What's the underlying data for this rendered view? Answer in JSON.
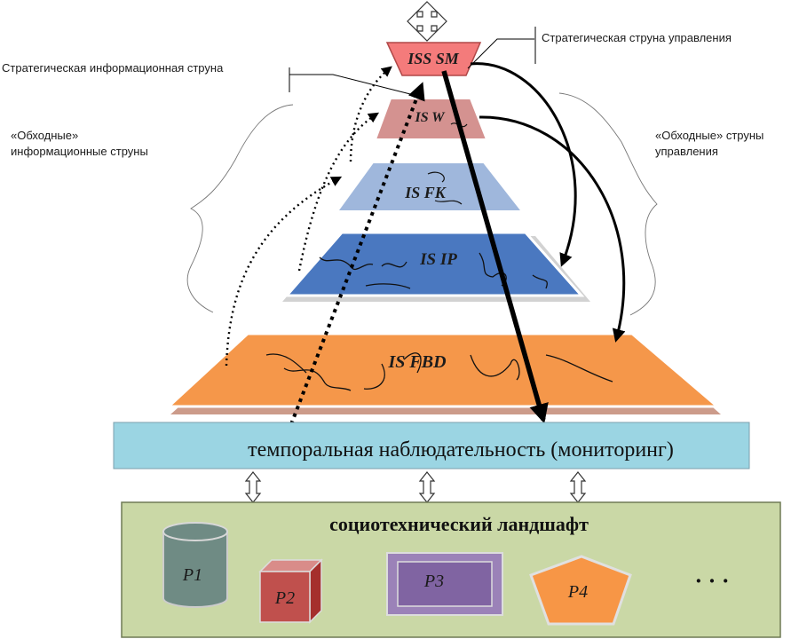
{
  "labels": {
    "strategic_control_string": "Стратегическая струна управления",
    "strategic_info_string": "Стратегическая информационная струна",
    "bypass_info_line1": "«Обходные»",
    "bypass_info_line2": "информационные  струны",
    "bypass_control_line1": "«Обходные» струны",
    "bypass_control_line2": "управления"
  },
  "levels": {
    "iss_sm": "ISS SM",
    "is_w": "IS W",
    "is_fk": "IS FK",
    "is_ip": "IS IP",
    "is_fbd": "IS FBD"
  },
  "monitoring": "темпоральная наблюдательность (мониторинг)",
  "landscape": {
    "title": "социотехнический ландшафт",
    "items": [
      "P1",
      "P2",
      "P3",
      "P4"
    ],
    "ellipsis": "·   ·   ·"
  },
  "colors": {
    "iss_sm": "#f47b7b",
    "is_w": "#d49290",
    "is_fk": "#9fb7dc",
    "is_ip": "#4a78c0",
    "is_fbd": "#f5974a",
    "monitoring": "#9bd5e3",
    "landscape": "#cad8a6"
  }
}
